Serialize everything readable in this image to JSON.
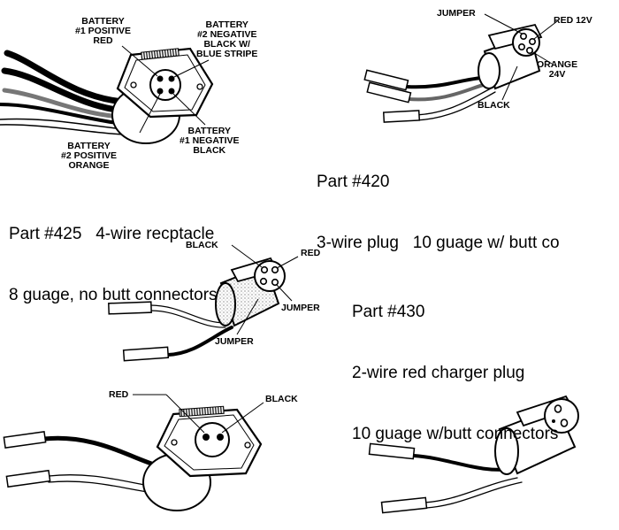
{
  "part425": {
    "caption": [
      "Part #425   4-wire recptacle",
      "8 guage, no butt connectors"
    ],
    "labels": {
      "b1pos": [
        "BATTERY",
        "#1 POSITIVE",
        "RED"
      ],
      "b2neg": [
        "BATTERY",
        "#2 NEGATIVE",
        "BLACK W/",
        "BLUE STRIPE"
      ],
      "b2pos": [
        "BATTERY",
        "#2 POSITIVE",
        "ORANGE"
      ],
      "b1neg": [
        "BATTERY",
        "#1 NEGATIVE",
        "BLACK"
      ]
    }
  },
  "part420": {
    "caption": [
      "Part #420",
      "3-wire plug   10 guage w/ butt co"
    ],
    "labels": {
      "jumper": "JUMPER",
      "red": "RED 12V",
      "orange": [
        "ORANGE",
        "24V"
      ],
      "black": "BLACK"
    }
  },
  "part430": {
    "caption": [
      "Part #430",
      "2-wire red charger plug",
      "10 guage w/butt connectors"
    ],
    "labels": {
      "black": "BLACK",
      "red": "RED",
      "jumper_right": "JUMPER",
      "jumper_bottom": "JUMPER"
    }
  },
  "bottom_left": {
    "labels": {
      "red": "RED",
      "black": "BLACK"
    }
  }
}
